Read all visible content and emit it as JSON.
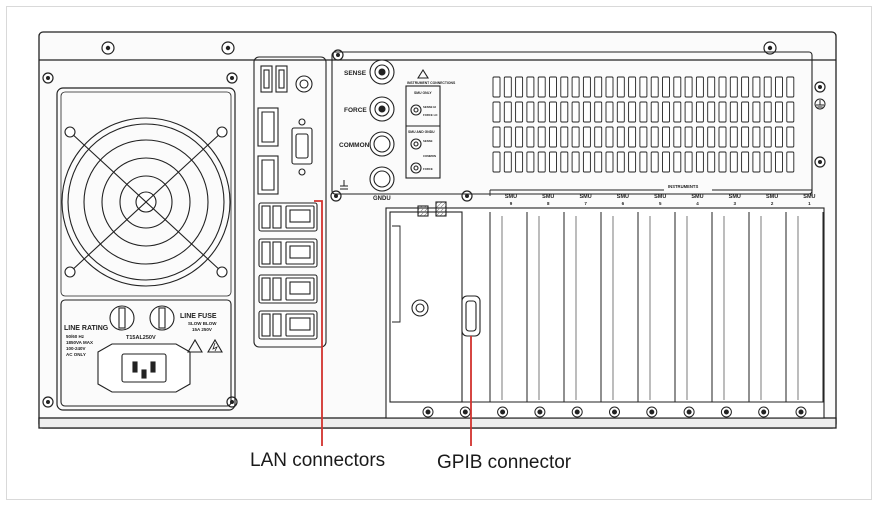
{
  "figure": {
    "callouts": {
      "lan": "LAN connectors",
      "gpib": "GPIB connector"
    },
    "callout_color": "#d2322d"
  },
  "panel": {
    "labels": {
      "sense": "SENSE",
      "force": "FORCE",
      "common": "COMMON",
      "gndu": "GNDU",
      "instrument_connections": "INSTRUMENT CONNECTIONS",
      "smu_only": "SMU ONLY",
      "smu_and_gndu": "SMU AND GNDU",
      "sense_hi": "SENSE HI",
      "force_lo": "FORCE LO",
      "common_small": "COMMON",
      "sense_small": "SENSE",
      "force_small": "FORCE",
      "instruments": "INSTRUMENTS",
      "line_fuse": "LINE FUSE",
      "slow_blow": "SLOW BLOW",
      "fuse_rating": "15A 250V",
      "line_rating": "LINE RATING",
      "rating_lines": [
        "50/60 Hz",
        "1850VA MAX",
        "100-240V",
        "AC ONLY"
      ],
      "fuse_spec": "T15AL250V"
    },
    "smu_slots": [
      {
        "name": "SMU",
        "num": "9"
      },
      {
        "name": "SMU",
        "num": "8"
      },
      {
        "name": "SMU",
        "num": "7"
      },
      {
        "name": "SMU",
        "num": "6"
      },
      {
        "name": "SMU",
        "num": "5"
      },
      {
        "name": "SMU",
        "num": "4"
      },
      {
        "name": "SMU",
        "num": "3"
      },
      {
        "name": "SMU",
        "num": "2"
      },
      {
        "name": "SMU",
        "num": "1"
      }
    ]
  }
}
